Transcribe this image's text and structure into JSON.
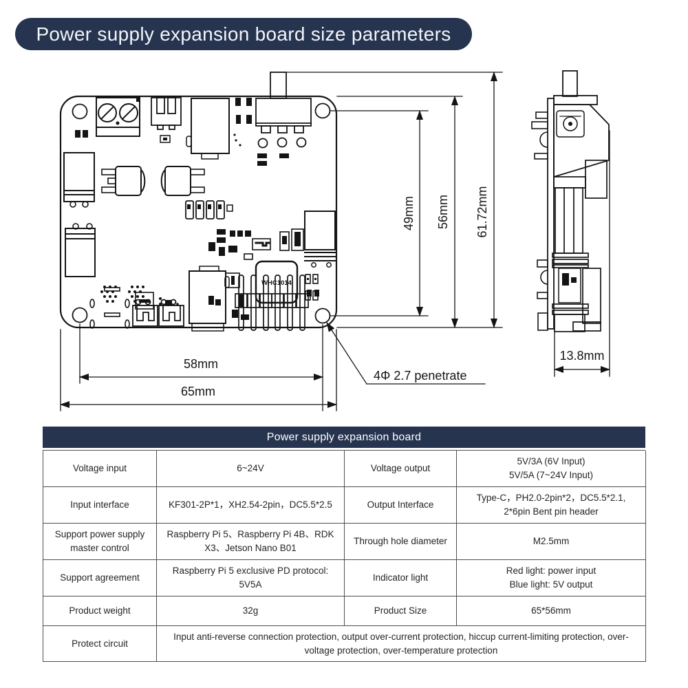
{
  "title": "Power supply expansion board size parameters",
  "drawing": {
    "chip_label": "WHC1014",
    "dim_49": "49mm",
    "dim_56": "56mm",
    "dim_6172": "61.72mm",
    "dim_58": "58mm",
    "dim_65": "65mm",
    "dim_138": "13.8mm",
    "hole_note": "4Φ 2.7 penetrate"
  },
  "colors": {
    "banner_navy": "#263450",
    "line_black": "#141414"
  },
  "table": {
    "header": "Power supply expansion board",
    "rows": [
      {
        "cells": [
          "Voltage input",
          "6~24V",
          "Voltage output",
          "5V/3A (6V Input)\n5V/5A (7~24V Input)"
        ]
      },
      {
        "cells": [
          "Input interface",
          "KF301-2P*1，XH2.54-2pin，DC5.5*2.5",
          "Output Interface",
          "Type-C，PH2.0-2pin*2，DC5.5*2.1,\n2*6pin Bent pin header"
        ]
      },
      {
        "cells": [
          "Support power supply master control",
          "Raspberry Pi 5、Raspberry Pi 4B、RDK\nX3、Jetson Nano B01",
          "Through hole diameter",
          "M2.5mm"
        ]
      },
      {
        "cells": [
          "Support agreement",
          "Raspberry Pi 5 exclusive PD protocol:\n5V5A",
          "Indicator light",
          "Red light: power input\nBlue light: 5V output"
        ]
      },
      {
        "cells": [
          "Product weight",
          "32g",
          "Product Size",
          "65*56mm"
        ]
      },
      {
        "cells": [
          "Protect circuit",
          "Input anti-reverse connection protection, output over-current protection, hiccup current-limiting protection, over-voltage protection, over-temperature protection"
        ]
      }
    ]
  }
}
